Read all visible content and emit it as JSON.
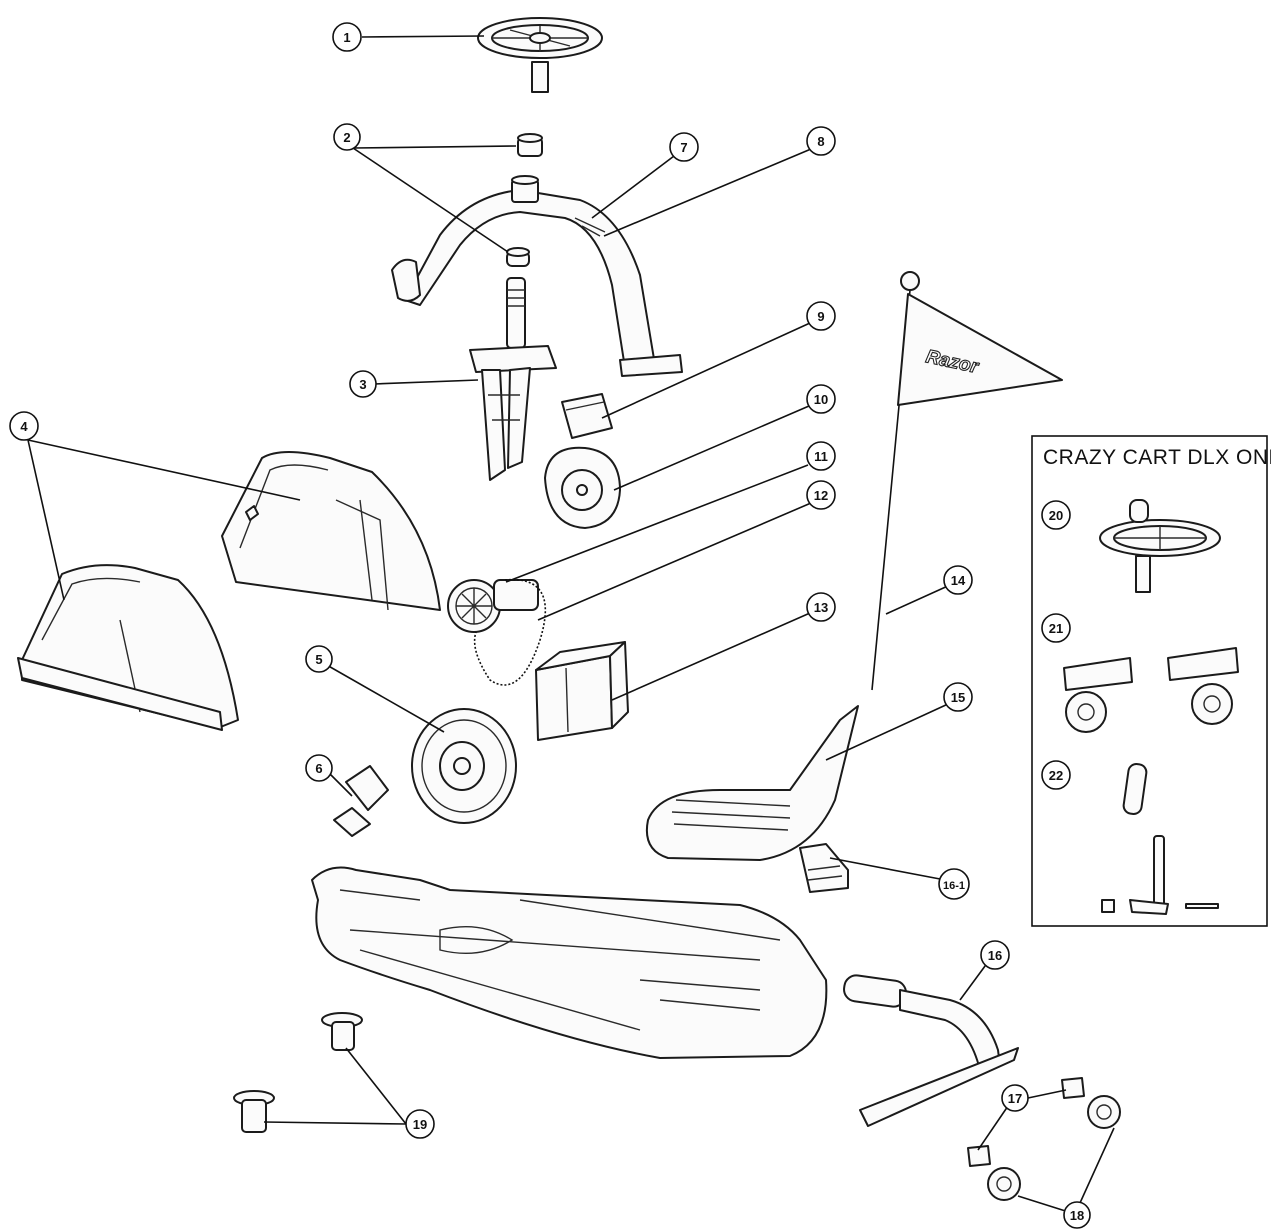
{
  "inset": {
    "title": "CRAZY CART DLX ONLY"
  },
  "flag": {
    "brand_text": "Razor"
  },
  "callouts": [
    {
      "id": "c1",
      "label": "1"
    },
    {
      "id": "c2",
      "label": "2"
    },
    {
      "id": "c3",
      "label": "3"
    },
    {
      "id": "c4",
      "label": "4"
    },
    {
      "id": "c5",
      "label": "5"
    },
    {
      "id": "c6",
      "label": "6"
    },
    {
      "id": "c7",
      "label": "7"
    },
    {
      "id": "c8",
      "label": "8"
    },
    {
      "id": "c9",
      "label": "9"
    },
    {
      "id": "c10",
      "label": "10"
    },
    {
      "id": "c11",
      "label": "11"
    },
    {
      "id": "c12",
      "label": "12"
    },
    {
      "id": "c13",
      "label": "13"
    },
    {
      "id": "c14",
      "label": "14"
    },
    {
      "id": "c15",
      "label": "15"
    },
    {
      "id": "c16-1",
      "label": "16-1"
    },
    {
      "id": "c16",
      "label": "16"
    },
    {
      "id": "c17",
      "label": "17"
    },
    {
      "id": "c18",
      "label": "18"
    },
    {
      "id": "c19",
      "label": "19"
    },
    {
      "id": "c20",
      "label": "20"
    },
    {
      "id": "c21",
      "label": "21"
    },
    {
      "id": "c22",
      "label": "22"
    }
  ]
}
